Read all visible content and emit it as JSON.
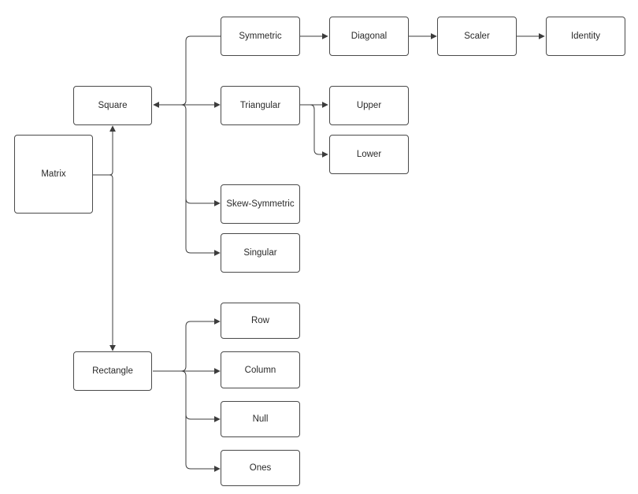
{
  "nodes": {
    "matrix": "Matrix",
    "square": "Square",
    "rectangle": "Rectangle",
    "symmetric": "Symmetric",
    "triangular": "Triangular",
    "skew_symmetric": "Skew-Symmetric",
    "singular": "Singular",
    "diagonal": "Diagonal",
    "scaler": "Scaler",
    "identity": "Identity",
    "upper": "Upper",
    "lower": "Lower",
    "row": "Row",
    "column": "Column",
    "null": "Null",
    "ones": "Ones"
  },
  "edges": [
    {
      "from": "Matrix",
      "to": "Square"
    },
    {
      "from": "Matrix",
      "to": "Rectangle"
    },
    {
      "from": "Symmetric",
      "to": "Square"
    },
    {
      "from": "Square",
      "to": "Triangular"
    },
    {
      "from": "Square",
      "to": "Skew-Symmetric"
    },
    {
      "from": "Square",
      "to": "Singular"
    },
    {
      "from": "Symmetric",
      "to": "Diagonal"
    },
    {
      "from": "Diagonal",
      "to": "Scaler"
    },
    {
      "from": "Scaler",
      "to": "Identity"
    },
    {
      "from": "Triangular",
      "to": "Upper"
    },
    {
      "from": "Triangular",
      "to": "Lower"
    },
    {
      "from": "Rectangle",
      "to": "Row"
    },
    {
      "from": "Rectangle",
      "to": "Column"
    },
    {
      "from": "Rectangle",
      "to": "Null"
    },
    {
      "from": "Rectangle",
      "to": "Ones"
    }
  ]
}
